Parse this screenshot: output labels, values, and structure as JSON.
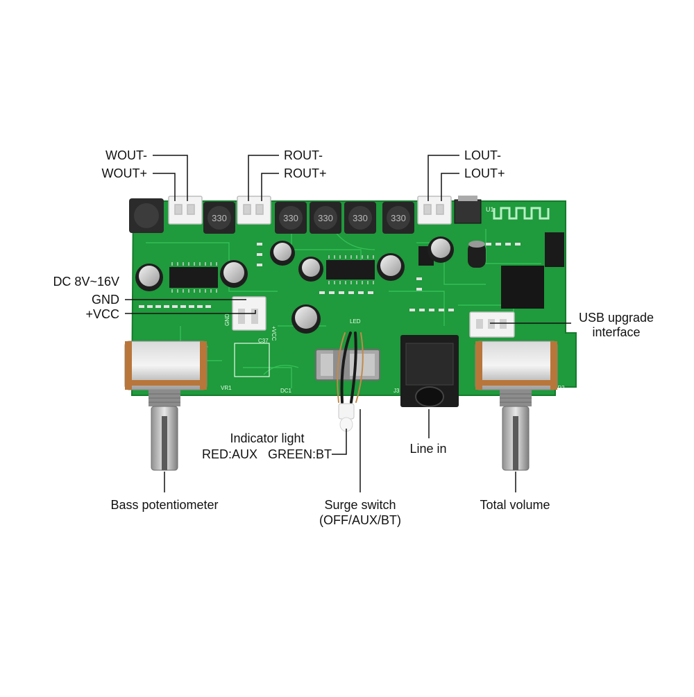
{
  "labels": {
    "wout_minus": "WOUT-",
    "wout_plus": "WOUT+",
    "rout_minus": "ROUT-",
    "rout_plus": "ROUT+",
    "lout_minus": "LOUT-",
    "lout_plus": "LOUT+",
    "dc_input": "DC 8V~16V",
    "gnd": "GND",
    "vcc": "+VCC",
    "usb_line1": "USB upgrade",
    "usb_line2": "interface",
    "indicator_line1": "Indicator light",
    "indicator_line2": "RED:AUX   GREEN:BT",
    "line_in": "Line in",
    "bass_pot": "Bass potentiometer",
    "surge_line1": "Surge switch",
    "surge_line2": "(OFF/AUX/BT)",
    "total_volume": "Total volume"
  },
  "board": {
    "pcb_color": "#1f9a3c",
    "silk": {
      "inductor": "330",
      "vr1": "VR1",
      "vr2": "VR2",
      "dc1": "DC1",
      "j3": "J3",
      "u1": "U1",
      "led": "LED",
      "gnd": "GND",
      "vcc": "+VCC",
      "c37": "C37"
    }
  }
}
